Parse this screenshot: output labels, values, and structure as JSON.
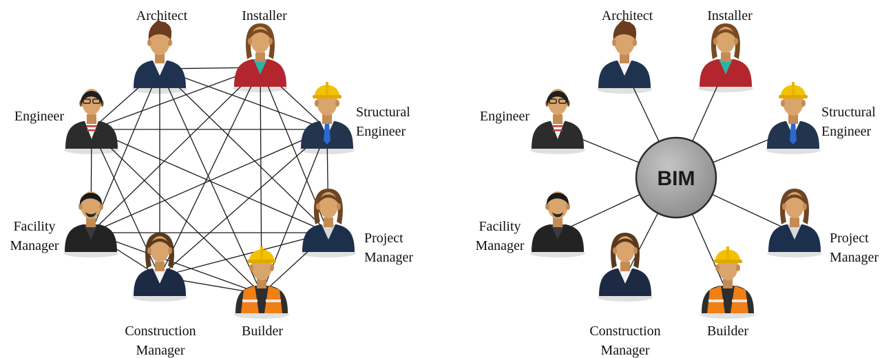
{
  "left_diagram": {
    "nodes": [
      {
        "id": "architect",
        "label_lines": [
          "Architect"
        ],
        "figure": "suit-man"
      },
      {
        "id": "installer",
        "label_lines": [
          "Installer"
        ],
        "figure": "red-woman"
      },
      {
        "id": "structural-engineer",
        "label_lines": [
          "Structural",
          "Engineer"
        ],
        "figure": "hardhat-suit-man"
      },
      {
        "id": "project-manager",
        "label_lines": [
          "Project",
          "Manager"
        ],
        "figure": "navy-woman"
      },
      {
        "id": "builder",
        "label_lines": [
          "Builder"
        ],
        "figure": "hardhat-vest-man"
      },
      {
        "id": "construction-manager",
        "label_lines": [
          "Construction",
          "Manager"
        ],
        "figure": "suit-woman"
      },
      {
        "id": "facility-manager",
        "label_lines": [
          "Facility",
          "Manager"
        ],
        "figure": "bearded-man"
      },
      {
        "id": "engineer",
        "label_lines": [
          "Engineer"
        ],
        "figure": "glasses-woman"
      }
    ],
    "connections": "all-pairs"
  },
  "right_diagram": {
    "hub_label": "BIM",
    "nodes": [
      {
        "id": "architect",
        "label_lines": [
          "Architect"
        ],
        "figure": "suit-man"
      },
      {
        "id": "installer",
        "label_lines": [
          "Installer"
        ],
        "figure": "red-woman"
      },
      {
        "id": "structural-engineer",
        "label_lines": [
          "Structural",
          "Engineer"
        ],
        "figure": "hardhat-suit-man"
      },
      {
        "id": "project-manager",
        "label_lines": [
          "Project",
          "Manager"
        ],
        "figure": "navy-woman"
      },
      {
        "id": "builder",
        "label_lines": [
          "Builder"
        ],
        "figure": "hardhat-vest-man"
      },
      {
        "id": "construction-manager",
        "label_lines": [
          "Construction",
          "Manager"
        ],
        "figure": "suit-woman"
      },
      {
        "id": "facility-manager",
        "label_lines": [
          "Facility",
          "Manager"
        ],
        "figure": "bearded-man"
      },
      {
        "id": "engineer",
        "label_lines": [
          "Engineer"
        ],
        "figure": "glasses-woman"
      }
    ],
    "connections": "hub-and-spoke"
  },
  "colors": {
    "line": "#1a1a1a",
    "hub_fill": "#9a9a9a",
    "skin": "#d9a56c",
    "navy_suit": "#1f3250",
    "red_jacket": "#b3262e",
    "hardhat": "#f2c200",
    "safety_vest": "#f07f16"
  }
}
